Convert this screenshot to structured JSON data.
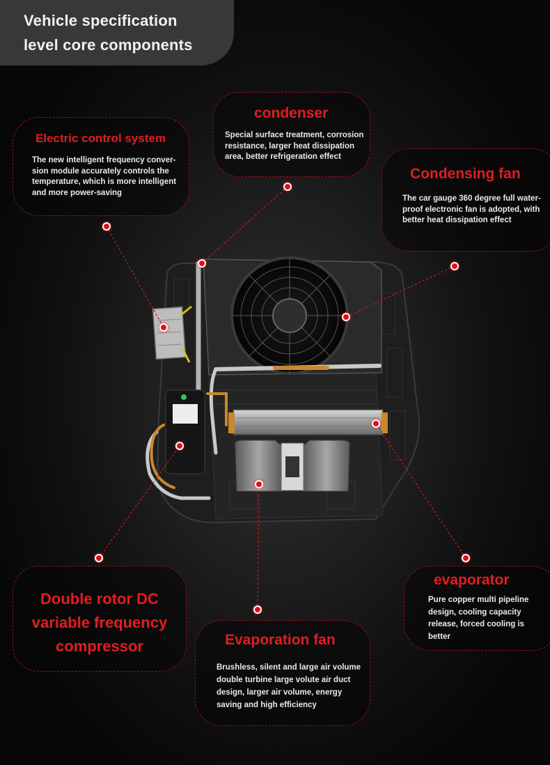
{
  "header": {
    "line1": "Vehicle specification",
    "line2": "level core components"
  },
  "components": [
    {
      "id": "electric",
      "title": "Electric control system",
      "lines": [
        "The new intelligent frequency conver-",
        "sion module accurately controls the",
        "temperature, which is more intelligent",
        "and more power-saving"
      ]
    },
    {
      "id": "condenser",
      "title": "condenser",
      "lines": [
        "Special surface treatment, corrosion",
        "resistance, larger heat dissipation",
        "area, better refrigeration effect"
      ]
    },
    {
      "id": "condfan",
      "title": "Condensing fan",
      "lines": [
        "The car gauge 360 degree full water-",
        "proof electronic fan is adopted, with",
        "better heat dissipation effect"
      ]
    },
    {
      "id": "compressor",
      "title": "Double rotor DC variable frequency compressor",
      "title_lines": [
        "Double rotor DC",
        "variable frequency",
        "compressor"
      ],
      "lines": []
    },
    {
      "id": "evapfan",
      "title": "Evaporation fan",
      "lines": [
        "Brushless, silent and large air volume",
        "double turbine large volute air duct",
        "design, larger air volume, energy",
        "saving and high efficiency"
      ]
    },
    {
      "id": "evaporator",
      "title": "evaporator",
      "lines": [
        "Pure copper multi pipeline",
        "design, cooling capacity",
        "release, forced cooling is",
        "better"
      ]
    }
  ],
  "colors": {
    "accent_red": "#e21d22",
    "header_bg": "#383838",
    "text_light": "#e9e9e9"
  }
}
